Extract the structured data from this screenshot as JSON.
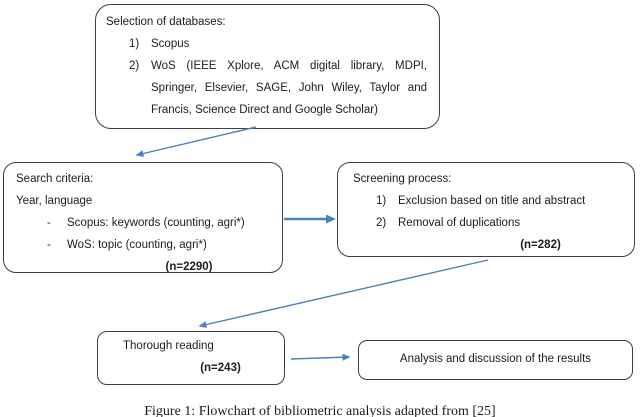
{
  "figure": {
    "boxes": {
      "databases": {
        "title": "Selection of databases:",
        "items": [
          {
            "num": "1)",
            "text": "Scopus"
          },
          {
            "num": "2)",
            "text": "WoS (IEEE Xplore, ACM digital library, MDPI, Springer, Elsevier, SAGE, John Wiley, Taylor and Francis, Science Direct and Google Scholar)"
          }
        ]
      },
      "search": {
        "title": "Search criteria:",
        "subtitle": "Year, language",
        "items": [
          {
            "bullet": "-",
            "text": "Scopus: keywords (counting, agri*)"
          },
          {
            "bullet": "-",
            "text": "WoS: topic (counting, agri*)"
          }
        ],
        "count": "(n=2290)"
      },
      "screening": {
        "title": "Screening process:",
        "items": [
          {
            "num": "1)",
            "text": "Exclusion based on title and abstract"
          },
          {
            "num": "2)",
            "text": "Removal of duplications"
          }
        ],
        "count": "(n=282)"
      },
      "reading": {
        "title": "Thorough reading",
        "count": "(n=243)"
      },
      "analysis": {
        "title": "Analysis and discussion of the results"
      }
    },
    "caption": "Figure 1: Flowchart of bibliometric analysis adapted from [25]",
    "colors": {
      "arrow": "#4e81bd",
      "border": "#3f3f3f"
    }
  }
}
